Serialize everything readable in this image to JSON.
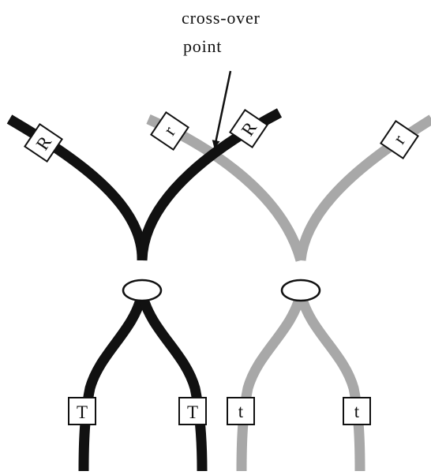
{
  "annotation": {
    "line1": "cross-over",
    "line2": "point"
  },
  "markers": {
    "R_left": "R",
    "r_left": "r",
    "R_right": "R",
    "r_right": "r",
    "T_left": "T",
    "T_right": "T",
    "t_left": "t",
    "t_right": "t"
  },
  "colors": {
    "dark_chromatid": "#111111",
    "light_chromatid": "#a8a8a8",
    "background": "#ffffff",
    "border": "#111111"
  }
}
